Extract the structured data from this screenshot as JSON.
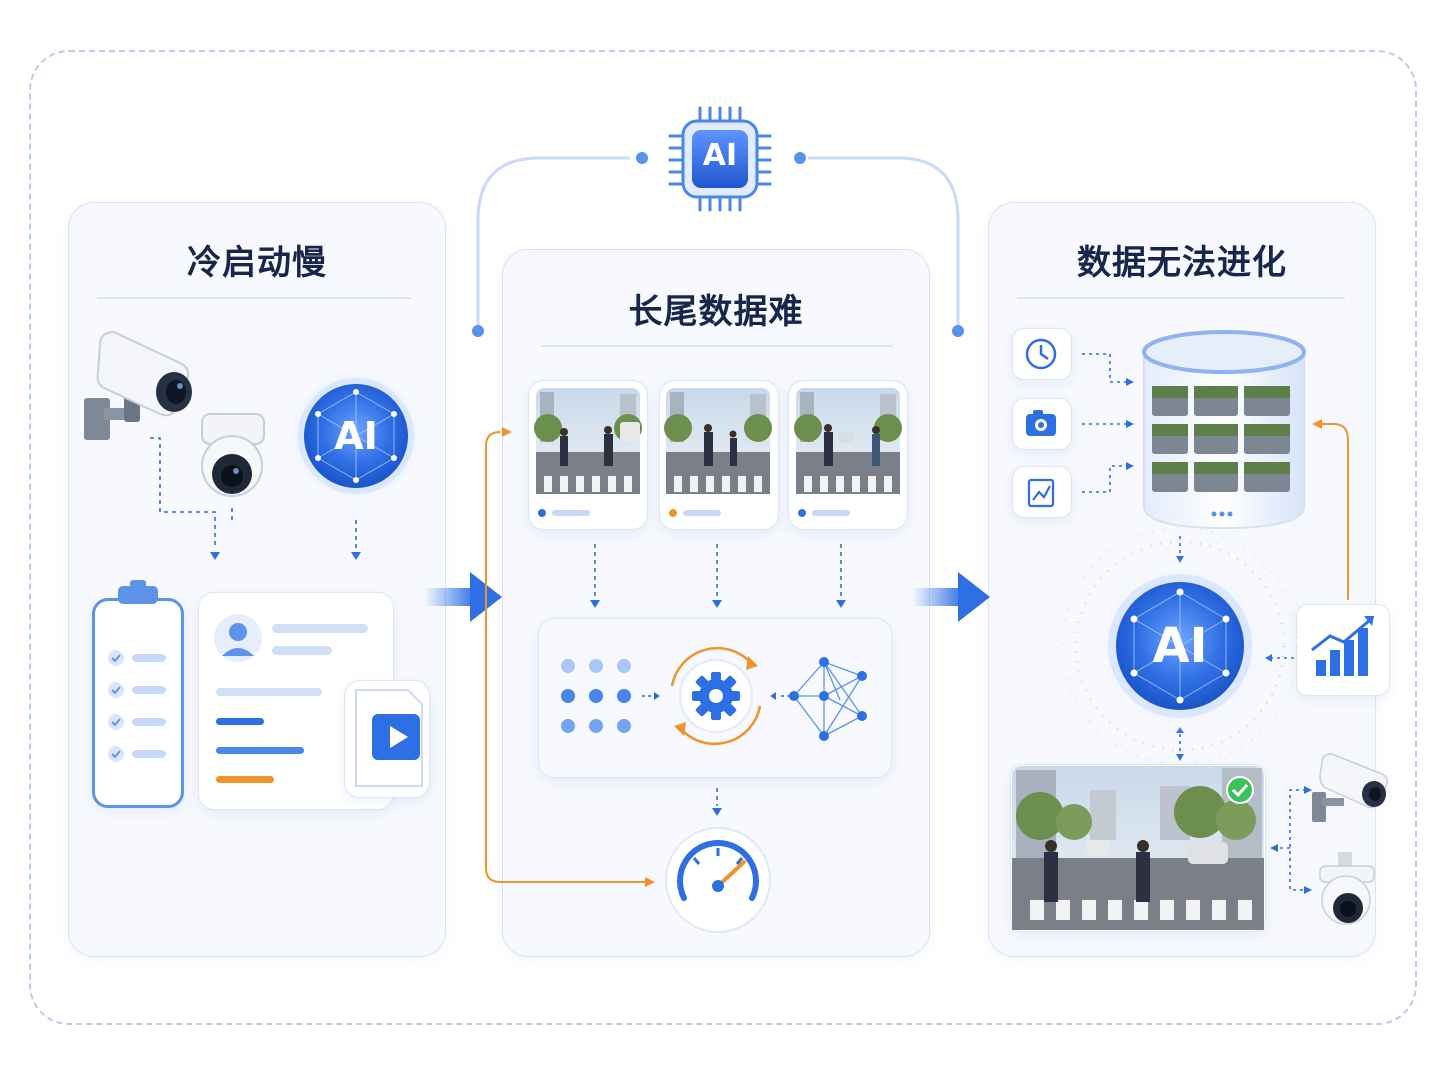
{
  "panels": {
    "left": {
      "title": "冷启动慢"
    },
    "middle": {
      "title": "长尾数据难"
    },
    "right": {
      "title": "数据无法进化"
    }
  },
  "ai_labels": {
    "chip": "AI",
    "left_orb": "AI",
    "right_orb": "AI"
  },
  "colors": {
    "primary_blue": "#2f6fe4",
    "accent_orange": "#f0932b",
    "navy_text": "#17264a",
    "success_green": "#3cc25a"
  },
  "icons": [
    "chip-icon",
    "bullet-camera-icon",
    "dome-camera-icon",
    "clipboard-icon",
    "profile-icon",
    "video-file-icon",
    "street-image",
    "gear-icon",
    "neural-network-icon",
    "speedometer-icon",
    "clock-icon",
    "camera-icon",
    "chart-icon",
    "database-icon",
    "bar-chart-icon",
    "check-icon"
  ]
}
